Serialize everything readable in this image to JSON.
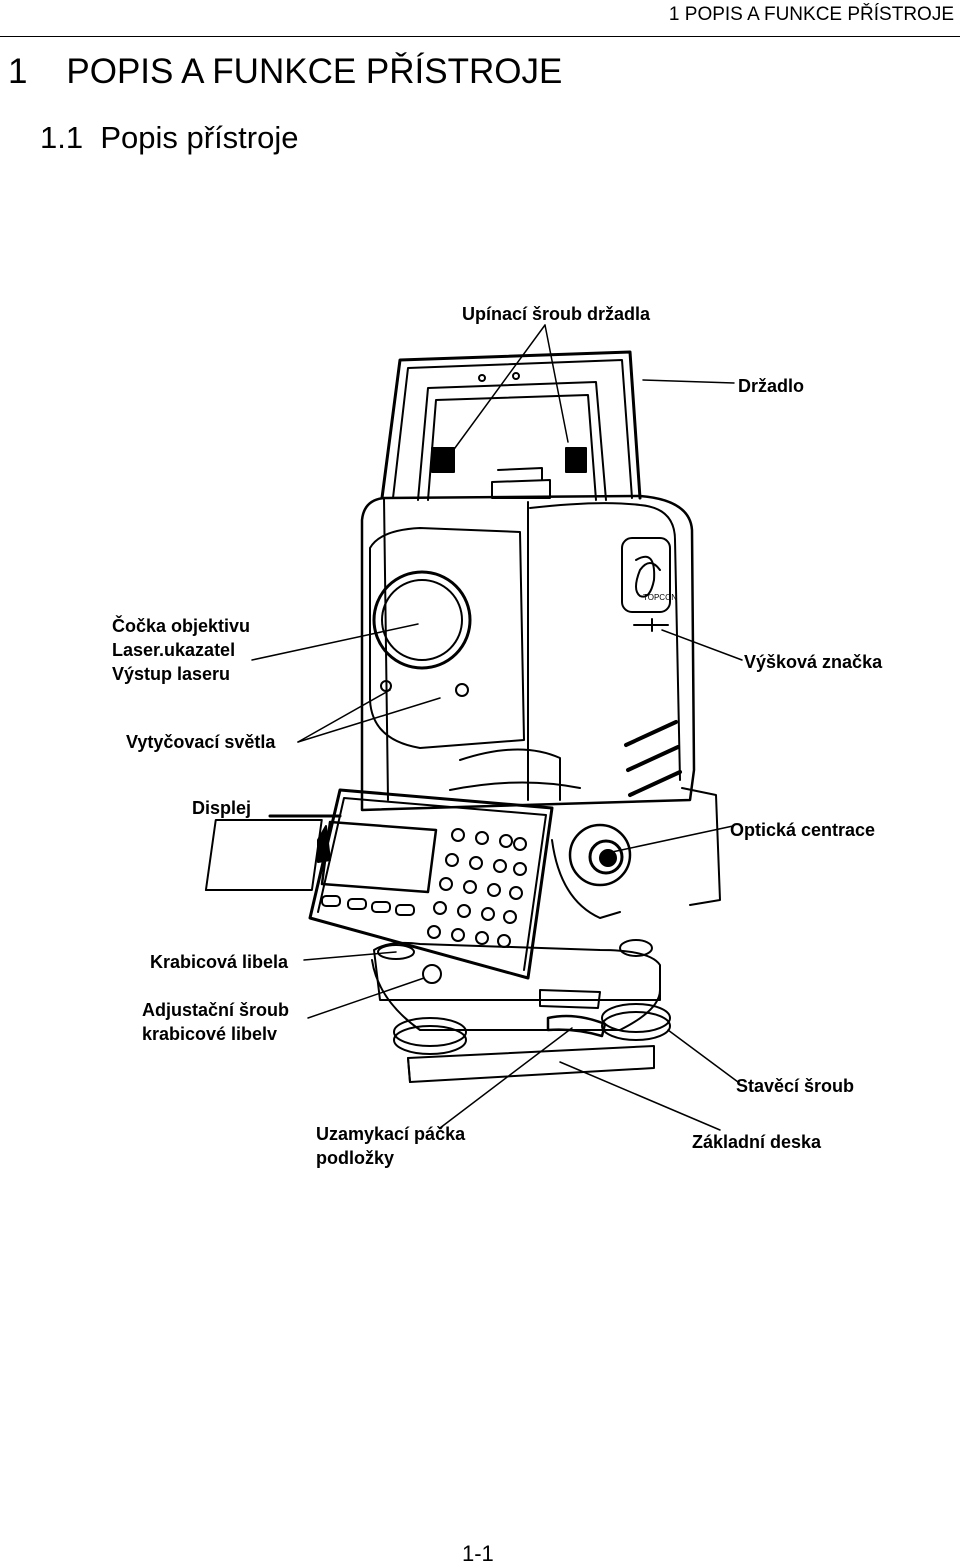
{
  "header": {
    "running_title": "1  POPIS A FUNKCE PŘÍSTROJE"
  },
  "chapter": {
    "number": "1",
    "title": "POPIS A FUNKCE PŘÍSTROJE"
  },
  "section": {
    "number": "1.1",
    "title": "Popis přístroje"
  },
  "figure": {
    "labels": {
      "handle_screw": "Upínací šroub držadla",
      "handle": "Držadlo",
      "objective_lens": [
        "Čočka objektivu",
        "Laser.ukazatel",
        "Výstup laseru"
      ],
      "height_mark": "Výšková značka",
      "guide_lights": "Vytyčovací světla",
      "display": "Displej",
      "optical_plummet": "Optická centrace",
      "circular_level": "Krabicová libela",
      "level_adjust_screw": [
        "Adjustační šroub",
        "krabicové libelv"
      ],
      "leveling_screw": "Stavěcí šroub",
      "tribrach_clamp": [
        "Uzamykací páčka",
        "podložky"
      ],
      "base_plate": "Základní deska"
    },
    "brand_mark": "TOPCON"
  },
  "footer": {
    "page_number": "1-1"
  }
}
